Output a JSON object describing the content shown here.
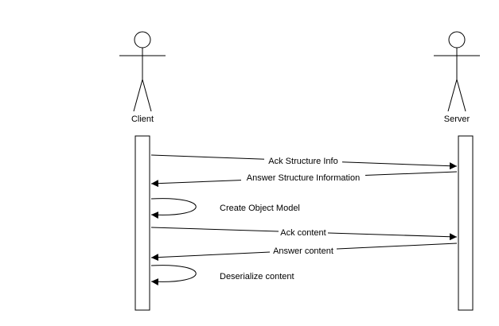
{
  "actors": [
    {
      "id": "client",
      "name": "Client",
      "icon": "stick-figure-icon"
    },
    {
      "id": "server",
      "name": "Server",
      "icon": "stick-figure-icon"
    }
  ],
  "messages": [
    {
      "from": "client",
      "to": "server",
      "label": "Ack Structure Info"
    },
    {
      "from": "server",
      "to": "client",
      "label": "Answer Structure Information"
    },
    {
      "from": "client",
      "to": "client",
      "label": "Create Object Model"
    },
    {
      "from": "client",
      "to": "server",
      "label": "Ack content"
    },
    {
      "from": "server",
      "to": "client",
      "label": "Answer content"
    },
    {
      "from": "client",
      "to": "client",
      "label": "Deserialize content"
    }
  ]
}
